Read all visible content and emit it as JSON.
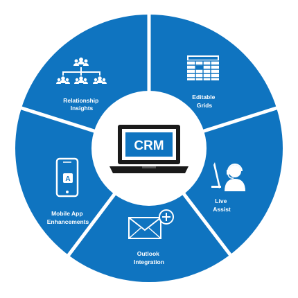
{
  "center": {
    "label": "CRM"
  },
  "segments": [
    {
      "line1": "Relationship",
      "line2": "Insights",
      "icon": "org-chart-icon"
    },
    {
      "line1": "Editable",
      "line2": "Grids",
      "icon": "grid-table-icon"
    },
    {
      "line1": "Live",
      "line2": "Assist",
      "icon": "headset-agent-icon"
    },
    {
      "line1": "Outlook",
      "line2": "Integration",
      "icon": "mail-plus-icon"
    },
    {
      "line1": "Mobile App",
      "line2": "Enhancements",
      "icon": "mobile-app-icon"
    }
  ],
  "colors": {
    "segment": "#0f74c0",
    "gap": "#ffffff",
    "center_bg": "#ffffff",
    "screen": "#0f74c0"
  }
}
